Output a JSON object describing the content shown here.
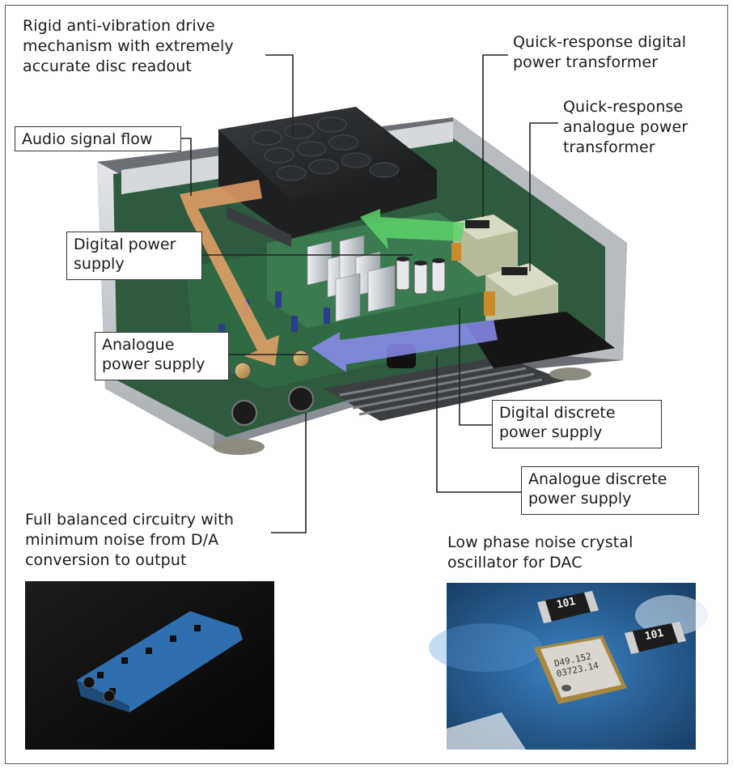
{
  "labels": {
    "drive": "Rigid anti-vibration drive\nmechanism with extremely\naccurate disc readout",
    "digital_transformer": "Quick-response digital\npower transformer",
    "analogue_transformer": "Quick-response\nanalogue power\ntransformer",
    "audio_signal_flow": "Audio signal flow",
    "digital_power_supply": "Digital power\nsupply",
    "analogue_power_supply": "Analogue\npower supply",
    "digital_discrete": "Digital discrete\npower supply",
    "analogue_discrete": "Analogue discrete\npower supply",
    "balanced_circuitry": "Full balanced circuitry with\nminimum noise from D/A\nconversion to output",
    "crystal_oscillator": "Low phase noise crystal\noscillator for DAC"
  },
  "photo_text": {
    "resistor_1": "101",
    "resistor_2": "101",
    "crystal_line1": "D49.152",
    "crystal_line2": "03723.14"
  },
  "colors": {
    "signal_flow_arrow": "#f2a56a",
    "digital_power_arrow": "#5fd36a",
    "analogue_power_arrow": "#8c8cf0",
    "chassis": "#c9ccd0",
    "pcb_green": "#2f6a45",
    "photo_pcb_blue": "#2f6fb0"
  }
}
